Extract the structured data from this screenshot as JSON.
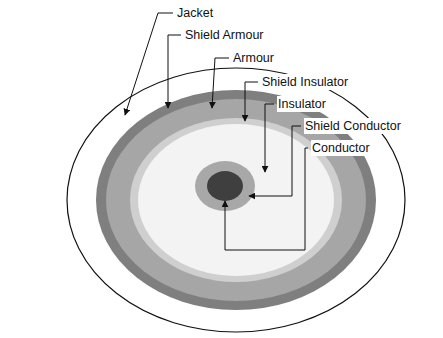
{
  "diagram": {
    "labels": [
      "Jacket",
      "Shield Armour",
      "Armour",
      "Shield Insulator",
      "Insulator",
      "Shield Conductor",
      "Conductor"
    ]
  }
}
